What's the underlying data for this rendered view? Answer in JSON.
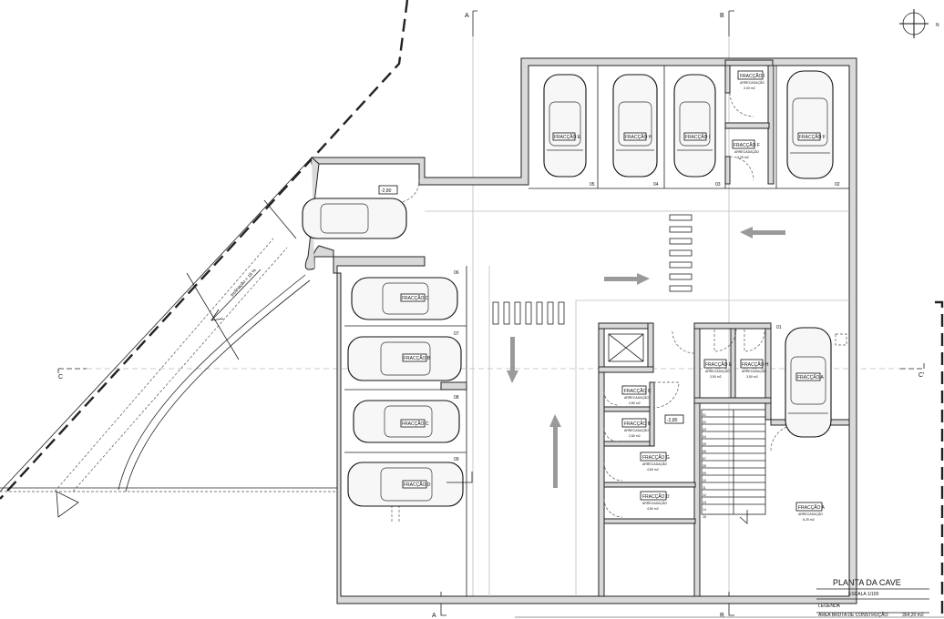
{
  "section_marks": {
    "a_top": "A",
    "a_bottom": "A",
    "b_top": "B",
    "b_bottom": "B",
    "c_left": "C",
    "c_right": "C'"
  },
  "north_label": "N",
  "levels": {
    "ramp": "-2,80",
    "core": "-2,80"
  },
  "ramp_slope": "inclinação = 16 %",
  "bay_numbers": [
    "01",
    "02",
    "03",
    "04",
    "05",
    "06",
    "07",
    "08",
    "09"
  ],
  "car_tags": [
    "FRACÇÃO E",
    "FRACÇÃO H",
    "FRACÇÃO I",
    "FRACÇÃO F",
    "FRACÇÃO A",
    "FRACÇÃO C",
    "FRACÇÃO B",
    "FRACÇÃO C",
    "FRACÇÃO D"
  ],
  "storage_rooms": [
    {
      "name": "FRACÇÃO I",
      "use": "ARRECADAÇÃO",
      "area": "3,00 m2"
    },
    {
      "name": "FRACÇÃO F",
      "use": "ARRECADAÇÃO",
      "area": "3,25 m2"
    },
    {
      "name": "FRACÇÃO E",
      "use": "ARRECADAÇÃO",
      "area": "3,50 m2"
    },
    {
      "name": "FRACÇÃO H",
      "use": "ARRECADAÇÃO",
      "area": "3,50 m2"
    },
    {
      "name": "FRACÇÃO C",
      "use": "ARRECADAÇÃO",
      "area": "2,80 m2"
    },
    {
      "name": "FRACÇÃO B",
      "use": "ARRECADAÇÃO",
      "area": "2,80 m2"
    },
    {
      "name": "FRACÇÃO G",
      "use": "ARRECADAÇÃO",
      "area": "4,80 m2"
    },
    {
      "name": "FRACÇÃO D",
      "use": "ARRECADAÇÃO",
      "area": "4,80 m2"
    },
    {
      "name": "FRACÇÃO A",
      "use": "ARRECADAÇÃO",
      "area": "6,25 m2"
    }
  ],
  "stair_steps": [
    "01",
    "02",
    "03",
    "04",
    "05",
    "06",
    "07",
    "08",
    "09",
    "10",
    "11",
    "12",
    "13",
    "14",
    "15"
  ],
  "title_block": {
    "title": "PLANTA DA CAVE",
    "scale": "ESCALA 1/100",
    "legend": "LEGENDA",
    "area_label": "ÁREA BRUTA DE CONSTRUÇÃO:",
    "area_value": "354,20 m2"
  }
}
